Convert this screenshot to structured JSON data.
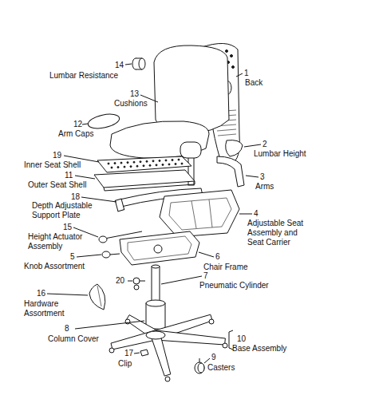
{
  "diagram": {
    "labels": [
      "14",
      "Lumbar Resistance",
      "1",
      "Back",
      "13",
      "Cushions",
      "12",
      "Arm Caps",
      "2",
      "Lumbar Height",
      "19",
      "Inner Seat Shell",
      "3",
      "Arms",
      "11",
      "Outer Seat Shell",
      "18",
      "Depth Adjustable Support Plate",
      "4",
      "Adjustable Seat Assembly and Seat Carrier",
      "15",
      "Height Actuator Assembly",
      "5",
      "Knob Assortment",
      "6",
      "Chair Frame",
      "16",
      "Hardware Assortment",
      "20",
      "7",
      "Pneumatic Cylinder",
      "8",
      "Column Cover",
      "10",
      "Base Assembly",
      "17",
      "Clip",
      "9",
      "Casters"
    ]
  }
}
